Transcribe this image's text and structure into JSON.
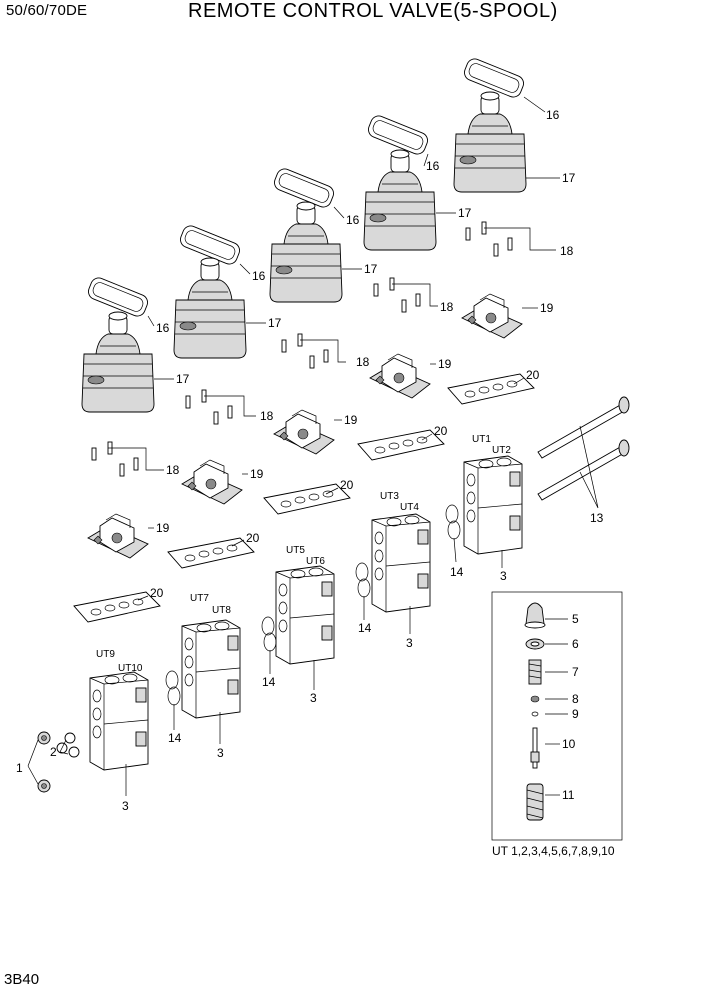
{
  "header": {
    "model": "50/60/70DE",
    "title": "REMOTE CONTROL VALVE(5-SPOOL)"
  },
  "footer": {
    "page_code": "3B40"
  },
  "callouts": {
    "p1": "1",
    "p2": "2",
    "p3": "3",
    "p5": "5",
    "p6": "6",
    "p7": "7",
    "p8": "8",
    "p9": "9",
    "p10": "10",
    "p11": "11",
    "p13": "13",
    "p14": "14",
    "p16": "16",
    "p17": "17",
    "p18": "18",
    "p19": "19",
    "p20": "20"
  },
  "ut_labels": [
    "UT1",
    "UT2",
    "UT3",
    "UT4",
    "UT5",
    "UT6",
    "UT7",
    "UT8",
    "UT9",
    "UT10"
  ],
  "kit_label": "UT 1,2,3,4,5,6,7,8,9,10"
}
